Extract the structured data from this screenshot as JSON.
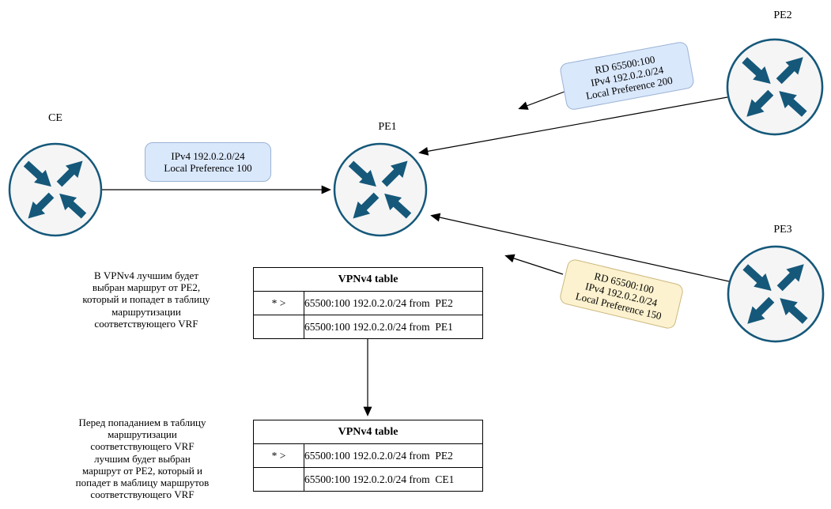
{
  "colors": {
    "router-stroke": "#15587a",
    "router-fill": "#f5f5f5",
    "edge-color": "#000000",
    "blue-fill": "#dae8fc",
    "blue-stroke": "#9bb3d4",
    "yellow-fill": "#fdf2cf",
    "yellow-stroke": "#cbb97f"
  },
  "nodes": {
    "ce": {
      "label": "CE"
    },
    "pe1": {
      "label": "PE1"
    },
    "pe2": {
      "label": "PE2"
    },
    "pe3": {
      "label": "PE3"
    }
  },
  "messages": {
    "ce_to_pe1": {
      "text": "IPv4 192.0.2.0/24\nLocal Preference 100"
    },
    "pe2_to_pe1": {
      "text": "RD 65500:100\nIPv4 192.0.2.0/24\nLocal Preference 200"
    },
    "pe3_to_pe1": {
      "text": "RD 65500:100\nIPv4 192.0.2.0/24\nLocal Preference 150"
    }
  },
  "notes": {
    "vpnv4_selection": "В VPNv4 лучшим будет\nвыбран маршрут от PE2,\nкоторый и попадет в таблицу\nмаршрутизации\nсоответствующего VRF",
    "vrf_selection": "Перед попаданием в таблицу\nмаршрутизации\nсоответствующего VRF\nлучшим будет выбран\nмаршрут от PE2, который и\nпопадет в маблицу маршрутов\nсоответствующего VRF"
  },
  "tables": [
    {
      "title": "VPNv4 table",
      "rows": [
        {
          "flag": "* >",
          "route": "65500:100 192.0.2.0/24 from  PE2"
        },
        {
          "flag": "",
          "route": "65500:100 192.0.2.0/24 from  PE1"
        }
      ]
    },
    {
      "title": "VPNv4 table",
      "rows": [
        {
          "flag": "* >",
          "route": "65500:100 192.0.2.0/24 from  PE2"
        },
        {
          "flag": "",
          "route": "65500:100 192.0.2.0/24 from  CE1"
        }
      ]
    }
  ]
}
